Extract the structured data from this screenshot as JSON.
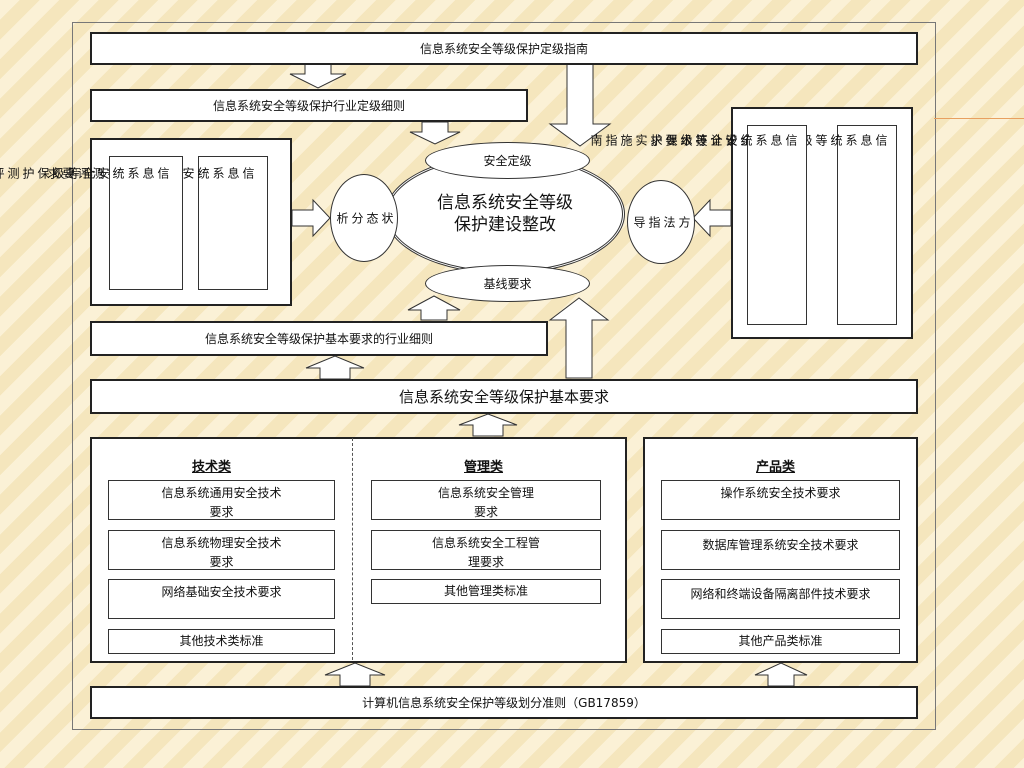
{
  "top_guide": "信息系统安全等级保护定级指南",
  "industry_rules": "信息系统安全等级保护行业定级细则",
  "left_box": {
    "item1": "信\n息\n系\n统\n安\n全\n等\n级\n保\n护\n测\n评\n要\n求",
    "item2": "信\n息\n系\n统\n安\n全\n等\n级\n保\n护\n测\n评\n过\n程\n指\n南"
  },
  "right_box": {
    "item1": "信\n息\n系\n统\n等\n级\n保\n护\n安\n全\n设\n计\n技\n术\n要\n求",
    "item2": "信\n息\n系\n统\n安\n全\n等\n级\n保\n护\n实\n施\n指\n南"
  },
  "center": {
    "main": "信息系统安全等级\n保护建设整改",
    "top_ellipse": "安全定级",
    "bottom_ellipse": "基线要求",
    "left_circle": "状\n态\n分\n析",
    "right_circle": "方\n法\n指\n导"
  },
  "basic_industry_rules": "信息系统安全等级保护基本要求的行业细则",
  "basic_requirements": "信息系统安全等级保护基本要求",
  "tech": {
    "title": "技术类",
    "items": [
      "信息系统通用安全技术要求",
      "信息系统物理安全技术要求",
      "网络基础安全技术要求",
      "其他技术类标准"
    ]
  },
  "mgmt": {
    "title": "管理类",
    "items": [
      "信息系统安全管理要求",
      "信息系统安全工程管理要求",
      "其他管理类标准"
    ]
  },
  "product": {
    "title": "产品类",
    "items": [
      "操作系统安全技术要求",
      "数据库管理系统安全技术要求",
      "网络和终端设备隔离部件技术要求",
      "其他产品类标准"
    ]
  },
  "bottom_standard": "计算机信息系统安全保护等级划分准则（GB17859）"
}
